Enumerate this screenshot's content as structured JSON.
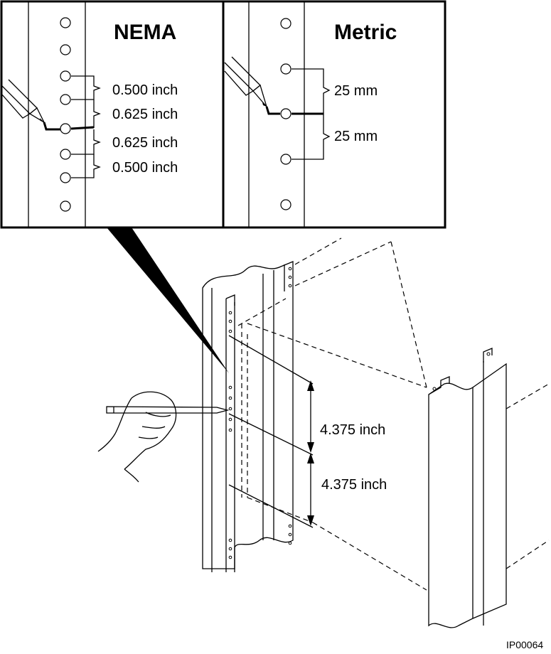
{
  "nema": {
    "title": "NEMA",
    "spacings": [
      "0.500 inch",
      "0.625 inch",
      "0.625 inch",
      "0.500 inch"
    ]
  },
  "metric": {
    "title": "Metric",
    "spacings": [
      "25 mm",
      "25 mm"
    ]
  },
  "rack": {
    "unit_spacings": [
      "4.375 inch",
      "4.375 inch"
    ]
  },
  "figure_code": "IP00064"
}
